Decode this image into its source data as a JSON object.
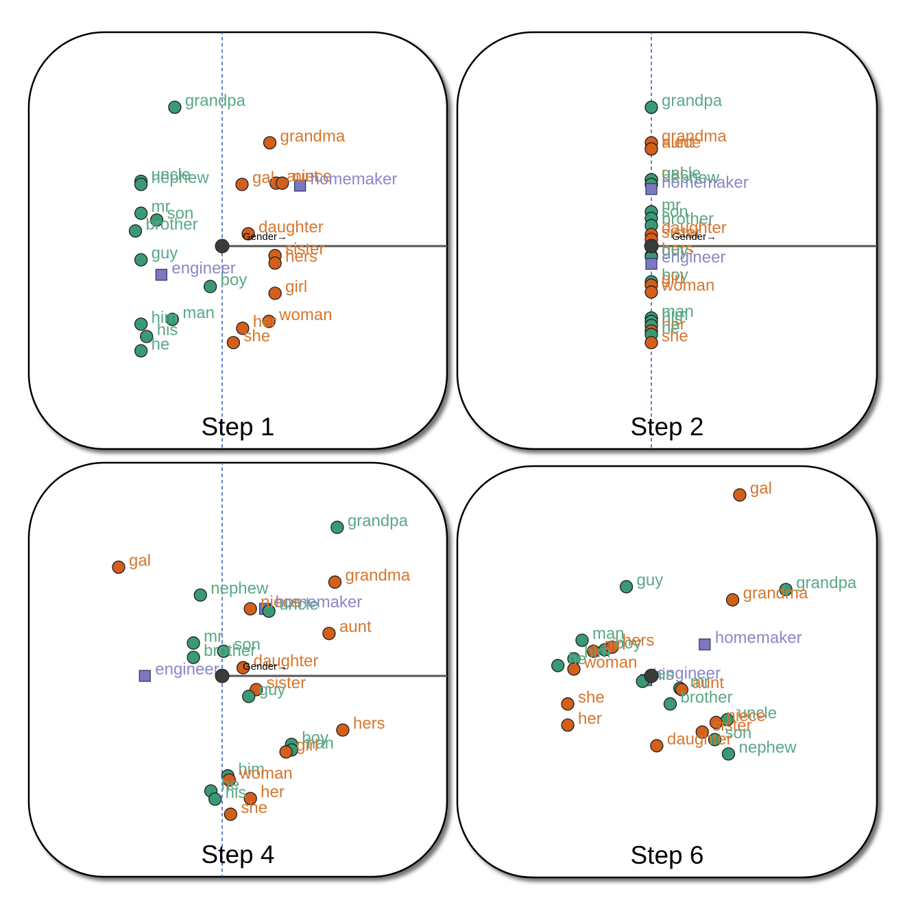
{
  "colors": {
    "male": "#3a9a76",
    "female": "#d35f1c",
    "neutral": "#7c78c0",
    "origin": "#3b3b3b",
    "male_text": "#5aa886",
    "female_text": "#d6772f",
    "neutral_text": "#8b87c6"
  },
  "chart_data": [
    {
      "type": "scatter",
      "title": "Step 1",
      "axis_label": "Gender→",
      "show_gender_axis": true,
      "show_vertical_line": true,
      "xlim": [
        -5,
        13
      ],
      "ylim": [
        -7.6,
        9.7
      ],
      "points": [
        {
          "label": "grandpa",
          "group": "male",
          "x": -3.07,
          "y": 9.0
        },
        {
          "label": "grandma",
          "group": "female",
          "x": 3.09,
          "y": 6.7
        },
        {
          "label": "aunt",
          "group": "female",
          "x": 3.5,
          "y": 4.08
        },
        {
          "label": "niece",
          "group": "female",
          "x": 3.9,
          "y": 4.08
        },
        {
          "label": "gal",
          "group": "female",
          "x": 1.29,
          "y": 4.0
        },
        {
          "label": "homemaker",
          "group": "neutral",
          "x": 5.05,
          "y": 3.92
        },
        {
          "label": "uncle",
          "group": "male",
          "x": -5.26,
          "y": 4.2
        },
        {
          "label": "nephew",
          "group": "male",
          "x": -5.26,
          "y": 4.0
        },
        {
          "label": "mr",
          "group": "male",
          "x": -5.26,
          "y": 2.13
        },
        {
          "label": "son",
          "group": "male",
          "x": -4.24,
          "y": 1.69
        },
        {
          "label": "brother",
          "group": "male",
          "x": -5.62,
          "y": 0.98
        },
        {
          "label": "daughter",
          "group": "female",
          "x": 1.69,
          "y": 0.8
        },
        {
          "label": "sister",
          "group": "female",
          "x": 3.43,
          "y": -0.62
        },
        {
          "label": "hers",
          "group": "female",
          "x": 3.43,
          "y": -1.1
        },
        {
          "label": "guy",
          "group": "male",
          "x": -5.26,
          "y": -0.89
        },
        {
          "label": "engineer",
          "group": "neutral",
          "x": -3.94,
          "y": -1.86
        },
        {
          "label": "boy",
          "group": "male",
          "x": -0.77,
          "y": -2.62
        },
        {
          "label": "girl",
          "group": "female",
          "x": 3.43,
          "y": -3.06
        },
        {
          "label": "him",
          "group": "male",
          "x": -5.26,
          "y": -5.06
        },
        {
          "label": "man",
          "group": "male",
          "x": -3.23,
          "y": -4.75
        },
        {
          "label": "his",
          "group": "male",
          "x": -4.9,
          "y": -5.86
        },
        {
          "label": "he",
          "group": "male",
          "x": -5.26,
          "y": -6.79
        },
        {
          "label": "woman",
          "group": "female",
          "x": 3.03,
          "y": -4.88
        },
        {
          "label": "her",
          "group": "female",
          "x": 1.33,
          "y": -5.33
        },
        {
          "label": "she",
          "group": "female",
          "x": 0.73,
          "y": -6.26
        }
      ]
    },
    {
      "type": "scatter",
      "title": "Step 2",
      "axis_label": "Gender→",
      "show_gender_axis": true,
      "show_vertical_line": true,
      "xlim": [
        -5,
        13
      ],
      "ylim": [
        -7.6,
        9.7
      ],
      "points": [
        {
          "label": "grandpa",
          "group": "male",
          "x": 0,
          "y": 9.0
        },
        {
          "label": "grandma",
          "group": "female",
          "x": 0,
          "y": 6.7
        },
        {
          "label": "aunt",
          "group": "female",
          "x": 0,
          "y": 6.3
        },
        {
          "label": "niece",
          "group": "female",
          "x": 0,
          "y": 6.3
        },
        {
          "label": "gal",
          "group": "female",
          "x": 0,
          "y": 4.3
        },
        {
          "label": "uncle",
          "group": "male",
          "x": 0,
          "y": 4.3
        },
        {
          "label": "nephew",
          "group": "male",
          "x": 0,
          "y": 4.0
        },
        {
          "label": "homemaker",
          "group": "neutral",
          "x": 0,
          "y": 3.7
        },
        {
          "label": "mr",
          "group": "male",
          "x": 0,
          "y": 2.22
        },
        {
          "label": "son",
          "group": "male",
          "x": 0,
          "y": 1.8
        },
        {
          "label": "brother",
          "group": "male",
          "x": 0,
          "y": 1.33
        },
        {
          "label": "daughter",
          "group": "female",
          "x": 0,
          "y": 0.75
        },
        {
          "label": "sister",
          "group": "female",
          "x": 0,
          "y": 0.44
        },
        {
          "label": "hers",
          "group": "female",
          "x": 0,
          "y": -0.62
        },
        {
          "label": "guy",
          "group": "male",
          "x": 0,
          "y": -0.71
        },
        {
          "label": "engineer",
          "group": "neutral",
          "x": 0,
          "y": -1.15
        },
        {
          "label": "boy",
          "group": "male",
          "x": 0,
          "y": -2.31
        },
        {
          "label": "girl",
          "group": "female",
          "x": 0,
          "y": -2.53
        },
        {
          "label": "woman",
          "group": "female",
          "x": 0,
          "y": -2.98
        },
        {
          "label": "man",
          "group": "male",
          "x": 0,
          "y": -4.66
        },
        {
          "label": "him",
          "group": "male",
          "x": 0,
          "y": -4.88
        },
        {
          "label": "his",
          "group": "male",
          "x": 0,
          "y": -5.15
        },
        {
          "label": "her",
          "group": "female",
          "x": 0,
          "y": -5.5
        },
        {
          "label": "he",
          "group": "male",
          "x": 0,
          "y": -5.73
        },
        {
          "label": "she",
          "group": "female",
          "x": 0,
          "y": -6.26
        }
      ]
    },
    {
      "type": "scatter",
      "title": "Step 4",
      "axis_label": "Gender→",
      "show_gender_axis": true,
      "show_vertical_line": true,
      "xlim": [
        -5,
        13
      ],
      "ylim": [
        -7.6,
        9.7
      ],
      "points": [
        {
          "label": "grandpa",
          "group": "male",
          "x": 7.46,
          "y": 9.63
        },
        {
          "label": "gal",
          "group": "female",
          "x": -6.71,
          "y": 7.05
        },
        {
          "label": "grandma",
          "group": "female",
          "x": 7.31,
          "y": 6.08
        },
        {
          "label": "nephew",
          "group": "male",
          "x": -1.41,
          "y": 5.24
        },
        {
          "label": "niece",
          "group": "female",
          "x": 1.83,
          "y": 4.35
        },
        {
          "label": "homemaker",
          "group": "neutral",
          "x": 2.78,
          "y": 4.35
        },
        {
          "label": "uncle",
          "group": "male",
          "x": 3.03,
          "y": 4.2
        },
        {
          "label": "aunt",
          "group": "female",
          "x": 6.93,
          "y": 2.75
        },
        {
          "label": "mr",
          "group": "male",
          "x": -1.86,
          "y": 2.13
        },
        {
          "label": "son",
          "group": "male",
          "x": 0.1,
          "y": 1.6
        },
        {
          "label": "brother",
          "group": "male",
          "x": -1.86,
          "y": 1.2
        },
        {
          "label": "daughter",
          "group": "female",
          "x": 1.36,
          "y": 0.53
        },
        {
          "label": "engineer",
          "group": "neutral",
          "x": -5.01,
          "y": 0
        },
        {
          "label": "sister",
          "group": "female",
          "x": 2.21,
          "y": -0.89
        },
        {
          "label": "guy",
          "group": "male",
          "x": 1.72,
          "y": -1.33
        },
        {
          "label": "hers",
          "group": "female",
          "x": 7.82,
          "y": -3.51
        },
        {
          "label": "boy",
          "group": "male",
          "x": 4.5,
          "y": -4.44
        },
        {
          "label": "man",
          "group": "male",
          "x": 4.5,
          "y": -4.8
        },
        {
          "label": "girl",
          "group": "female",
          "x": 4.14,
          "y": -4.93
        },
        {
          "label": "him",
          "group": "male",
          "x": 0.37,
          "y": -6.48
        },
        {
          "label": "woman",
          "group": "female",
          "x": 0.46,
          "y": -6.75
        },
        {
          "label": "he",
          "group": "male",
          "x": -0.73,
          "y": -7.46
        },
        {
          "label": "his",
          "group": "male",
          "x": -0.46,
          "y": -7.99
        },
        {
          "label": "her",
          "group": "female",
          "x": 1.83,
          "y": -7.95
        },
        {
          "label": "she",
          "group": "female",
          "x": 0.55,
          "y": -8.97
        }
      ]
    },
    {
      "type": "scatter",
      "title": "Step 6",
      "axis_label": "",
      "show_gender_axis": false,
      "show_vertical_line": false,
      "xlim": [
        -5,
        13
      ],
      "ylim": [
        -7.6,
        9.7
      ],
      "points": [
        {
          "label": "gal",
          "group": "female",
          "x": 5.73,
          "y": 11.73
        },
        {
          "label": "guy",
          "group": "male",
          "x": -1.62,
          "y": 5.78
        },
        {
          "label": "grandpa",
          "group": "male",
          "x": 8.72,
          "y": 5.6
        },
        {
          "label": "grandma",
          "group": "female",
          "x": 5.27,
          "y": 4.93
        },
        {
          "label": "man",
          "group": "male",
          "x": -4.49,
          "y": 2.31
        },
        {
          "label": "boy",
          "group": "male",
          "x": -3.02,
          "y": 1.69
        },
        {
          "label": "girl",
          "group": "female",
          "x": -3.75,
          "y": 1.6
        },
        {
          "label": "hers",
          "group": "female",
          "x": -2.55,
          "y": 1.86
        },
        {
          "label": "him",
          "group": "male",
          "x": -5.02,
          "y": 1.11
        },
        {
          "label": "homemaker",
          "group": "neutral",
          "x": 3.46,
          "y": 2.04
        },
        {
          "label": "he",
          "group": "male",
          "x": -6.06,
          "y": 0.67
        },
        {
          "label": "woman",
          "group": "female",
          "x": -5.02,
          "y": 0.44
        },
        {
          "label": "engineer",
          "group": "neutral",
          "x": -0.33,
          "y": -0.27
        },
        {
          "label": "his",
          "group": "male",
          "x": -0.57,
          "y": -0.35
        },
        {
          "label": "mr",
          "group": "male",
          "x": 1.85,
          "y": -0.8
        },
        {
          "label": "aunt",
          "group": "female",
          "x": 1.97,
          "y": -0.89
        },
        {
          "label": "she",
          "group": "female",
          "x": -5.42,
          "y": -1.82
        },
        {
          "label": "brother",
          "group": "male",
          "x": 1.22,
          "y": -1.82
        },
        {
          "label": "uncle",
          "group": "male",
          "x": 4.92,
          "y": -2.84
        },
        {
          "label": "niece",
          "group": "female",
          "x": 4.2,
          "y": -3.02
        },
        {
          "label": "her",
          "group": "female",
          "x": -5.42,
          "y": -3.19
        },
        {
          "label": "sister",
          "group": "female",
          "x": 3.3,
          "y": -3.64
        },
        {
          "label": "son",
          "group": "male",
          "x": 4.11,
          "y": -4.13
        },
        {
          "label": "daughter",
          "group": "female",
          "x": 0.35,
          "y": -4.53
        },
        {
          "label": "nephew",
          "group": "male",
          "x": 5.0,
          "y": -5.06
        }
      ]
    }
  ]
}
